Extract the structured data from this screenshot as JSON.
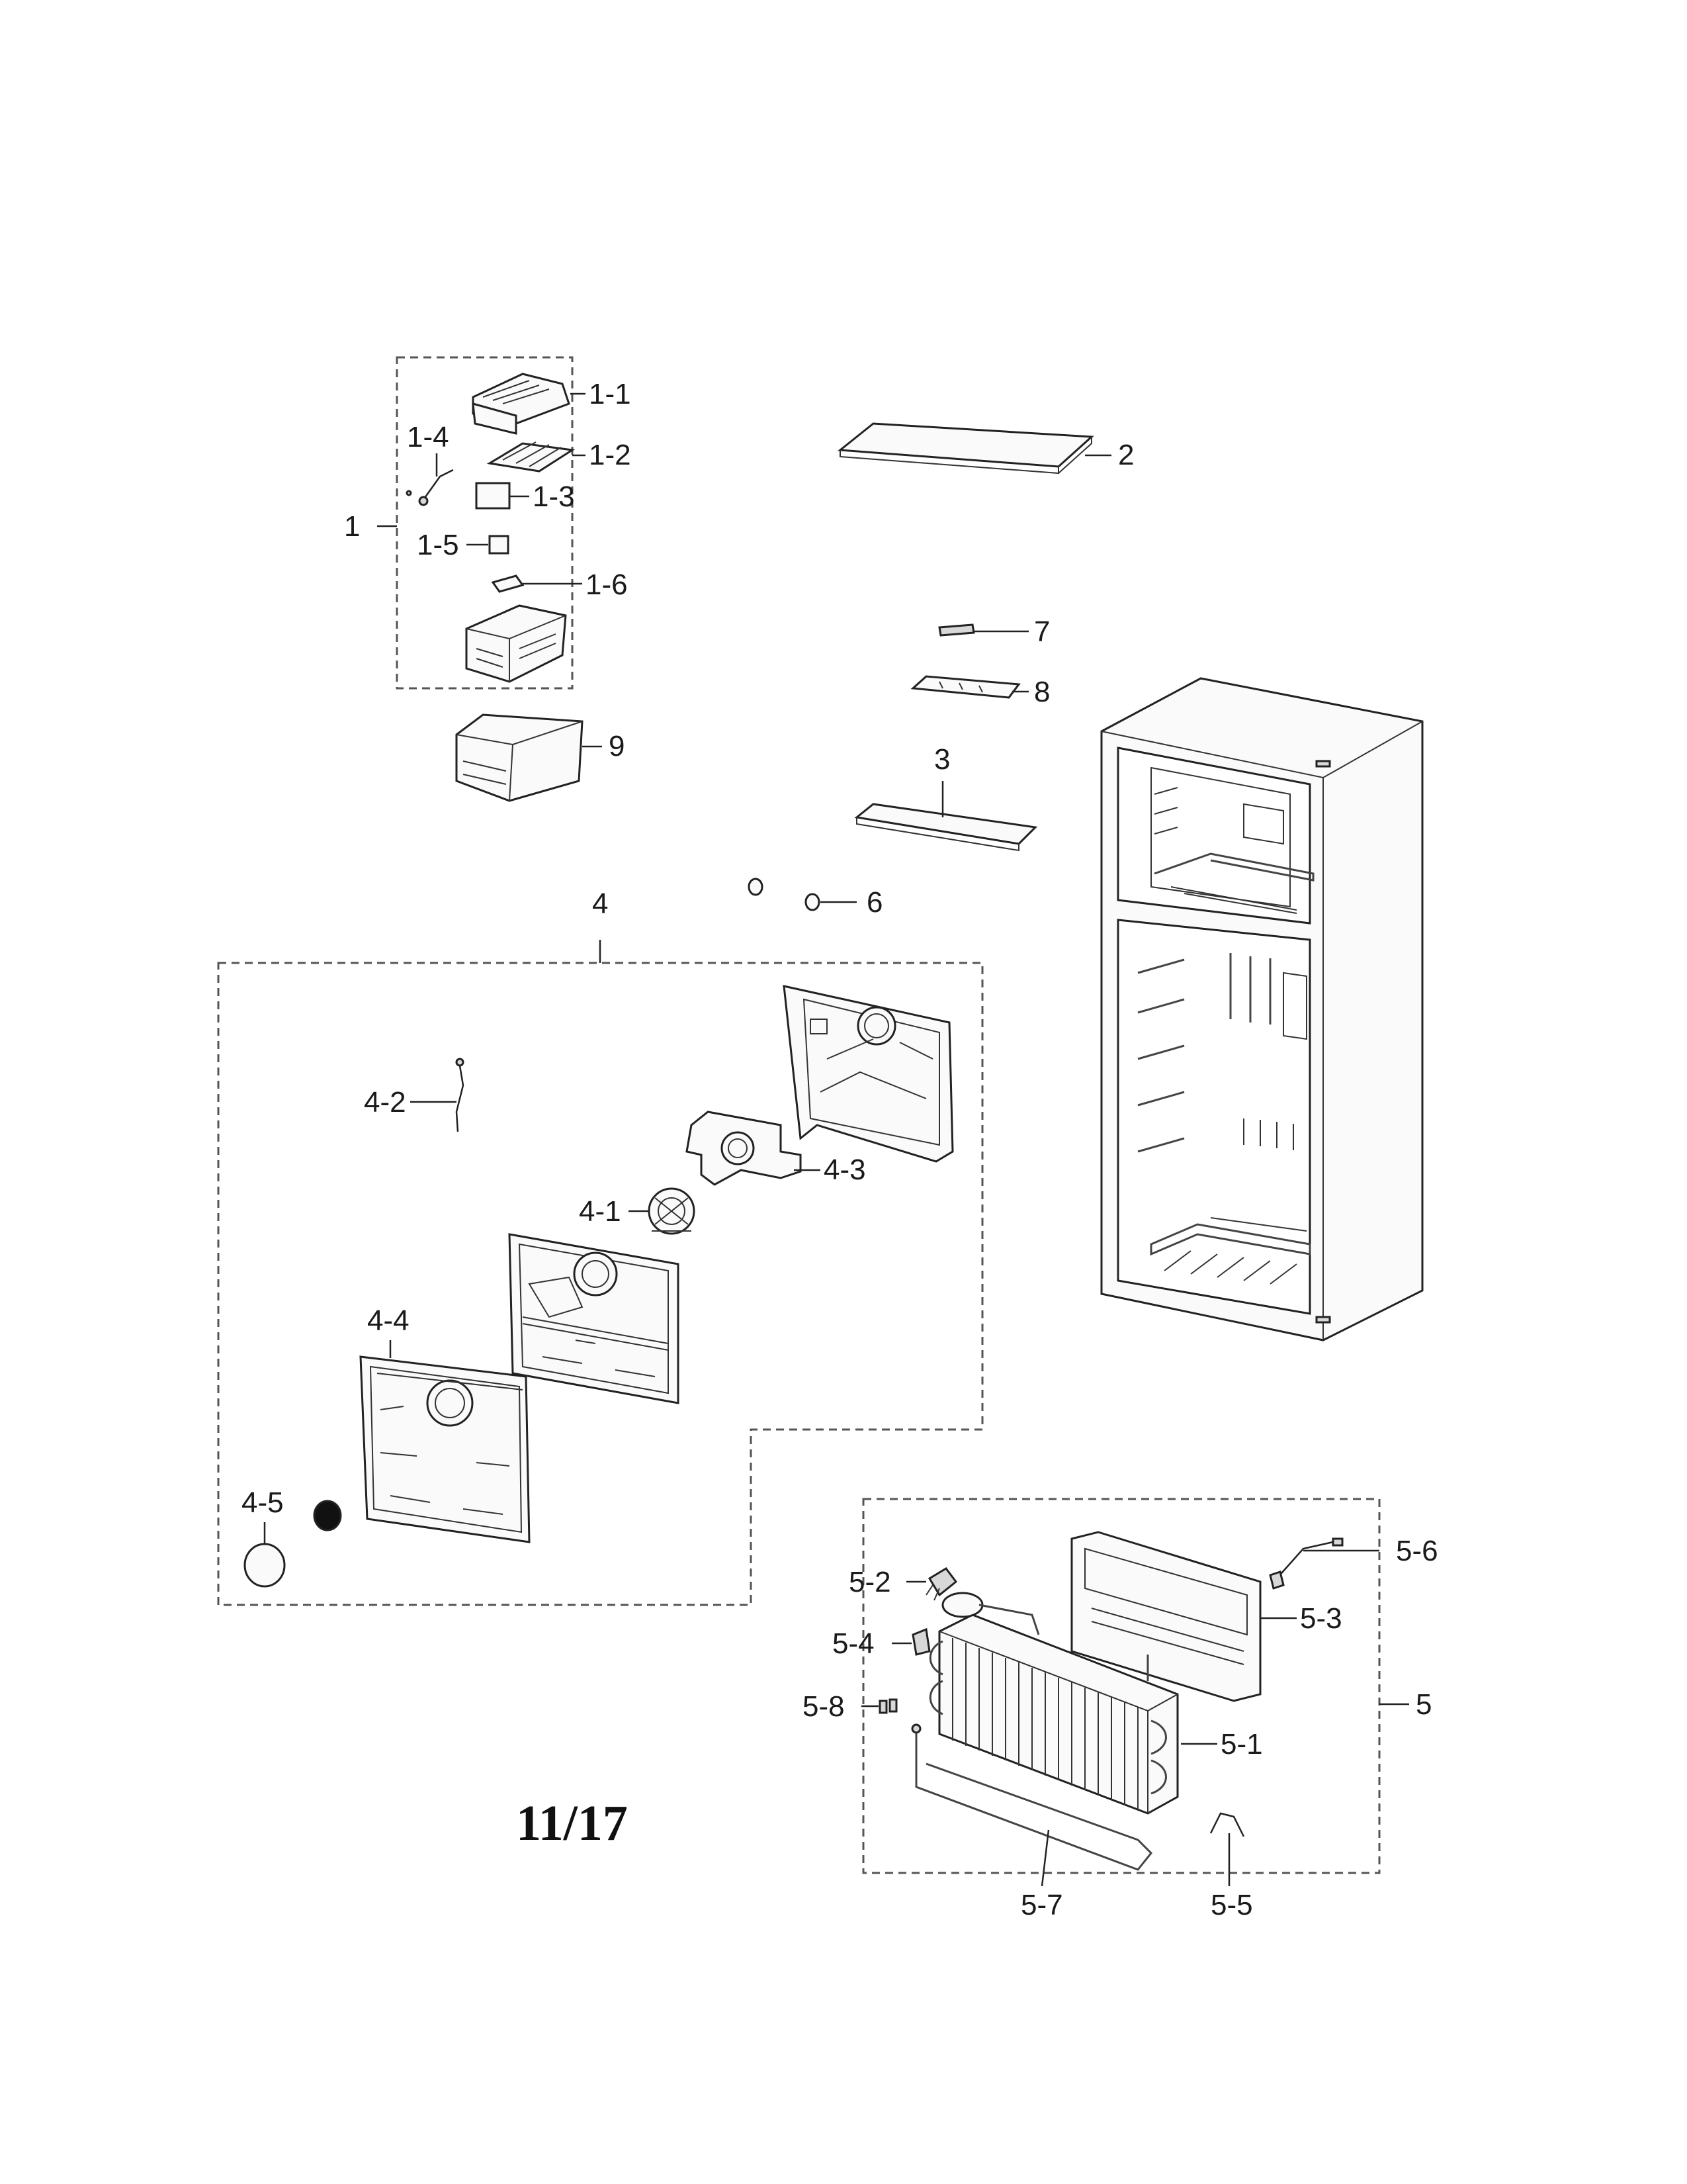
{
  "page_number": "11/17",
  "callouts": {
    "c1": "1",
    "c1_1": "1-1",
    "c1_2": "1-2",
    "c1_3": "1-3",
    "c1_4": "1-4",
    "c1_5": "1-5",
    "c1_6": "1-6",
    "c2": "2",
    "c3": "3",
    "c4": "4",
    "c4_1": "4-1",
    "c4_2": "4-2",
    "c4_3": "4-3",
    "c4_4": "4-4",
    "c4_5": "4-5",
    "c5": "5",
    "c5_1": "5-1",
    "c5_2": "5-2",
    "c5_3": "5-3",
    "c5_4": "5-4",
    "c5_5": "5-5",
    "c5_6": "5-6",
    "c5_7": "5-7",
    "c5_8": "5-8",
    "c6": "6",
    "c7": "7",
    "c8": "8",
    "c9": "9"
  }
}
